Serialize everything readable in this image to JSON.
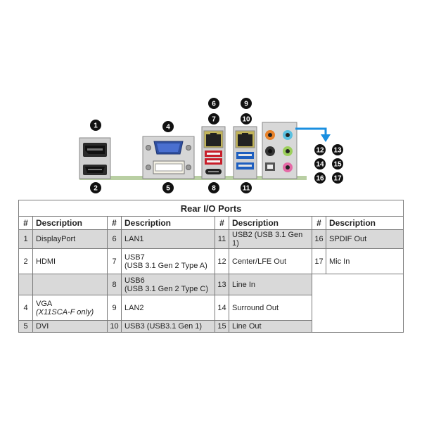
{
  "badges": [
    "1",
    "2",
    "4",
    "5",
    "6",
    "7",
    "8",
    "9",
    "10",
    "11",
    "12",
    "13",
    "14",
    "15",
    "16",
    "17"
  ],
  "table": {
    "title": "Rear I/O Ports",
    "header_num": "#",
    "header_desc": "Description",
    "rows": [
      {
        "c1": {
          "n": "1",
          "d": "DisplayPort"
        },
        "c2": {
          "n": "6",
          "d": "LAN1"
        },
        "c3": {
          "n": "11",
          "d": "USB2 (USB 3.1 Gen 1)"
        },
        "c4": {
          "n": "16",
          "d": "SPDIF Out"
        }
      },
      {
        "c1": {
          "n": "2",
          "d": "HDMI"
        },
        "c2": {
          "n": "7",
          "d": "USB7",
          "d2": "(USB 3.1 Gen 2 Type A)"
        },
        "c3": {
          "n": "12",
          "d": "Center/LFE Out"
        },
        "c4": {
          "n": "17",
          "d": "Mic In"
        }
      },
      {
        "c1": {
          "n": "",
          "d": ""
        },
        "c2": {
          "n": "8",
          "d": "USB6",
          "d2": "(USB 3.1 Gen 2 Type C)"
        },
        "c3": {
          "n": "13",
          "d": "Line In"
        }
      },
      {
        "c1": {
          "n": "4",
          "d": "VGA",
          "d2": "(X11SCA-F only)"
        },
        "c2": {
          "n": "9",
          "d": "LAN2"
        },
        "c3": {
          "n": "14",
          "d": "Surround Out"
        }
      },
      {
        "c1": {
          "n": "5",
          "d": "DVI"
        },
        "c2": {
          "n": "10",
          "d": "USB3 (USB3.1 Gen 1)"
        },
        "c3": {
          "n": "15",
          "d": "Line Out"
        }
      }
    ]
  }
}
